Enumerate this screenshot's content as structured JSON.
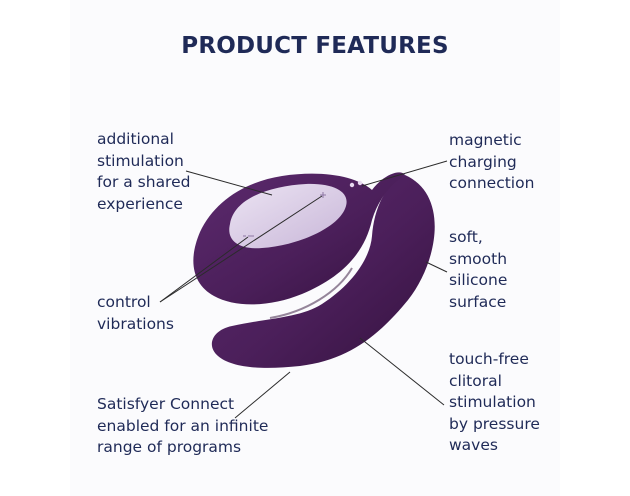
{
  "title": "PRODUCT FEATURES",
  "features": {
    "additional": "additional\nstimulation\nfor a shared\nexperience",
    "control": "control\nvibrations",
    "connect": "Satisfyer Connect\nenabled for an infinite\nrange of programs",
    "magnetic": "magnetic\ncharging\nconnection",
    "soft": "soft,\nsmooth\nsilicone\nsurface",
    "touch": "touch-free\nclitoral\nstimulation\nby pressure\nwaves"
  },
  "colors": {
    "text": "#1f2a57",
    "product": "#4b1f5a",
    "button_panel": "#d9cbe6"
  }
}
